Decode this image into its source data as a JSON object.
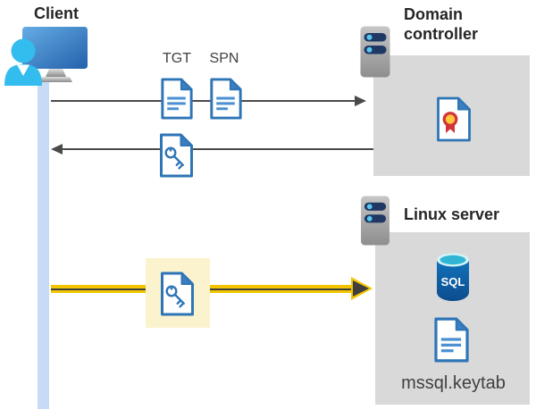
{
  "nodes": {
    "client": {
      "label": "Client"
    },
    "domain_controller": {
      "label": "Domain controller"
    },
    "linux_server": {
      "label": "Linux server"
    }
  },
  "tickets": {
    "tgt": "TGT",
    "spn": "SPN"
  },
  "linux_contents": {
    "sql_badge": "SQL",
    "keytab_file": "mssql.keytab"
  },
  "icons": {
    "client": "user-workstation-icon",
    "domain_controller": "server-icon",
    "linux_server": "server-icon",
    "tgt": "document-icon",
    "spn": "document-icon",
    "service_ticket": "key-document-icon",
    "certificate": "certificate-document-icon",
    "sql": "sql-database-icon",
    "keytab": "document-icon"
  },
  "colors": {
    "doc_blue": "#2E75B6",
    "doc_fold_blue": "#3C7EC0",
    "doc_line_blue": "#4A90D2",
    "arrow_gray": "#4A4A4A",
    "arrow_yellow": "#F2C500",
    "highlight_yellow_bg": "#FBF2CE",
    "node_box_gray": "#D9D9D9",
    "lifeline_blue": "#C7DBF6",
    "person_cyan": "#33BDEF",
    "server_pill_navy": "#1F3864",
    "server_dot_cyan": "#56C9F2",
    "sql_blue": "#0C5CA5",
    "cert_red": "#D13438",
    "cert_gold": "#FFC83D",
    "label_dark": "#262626"
  }
}
